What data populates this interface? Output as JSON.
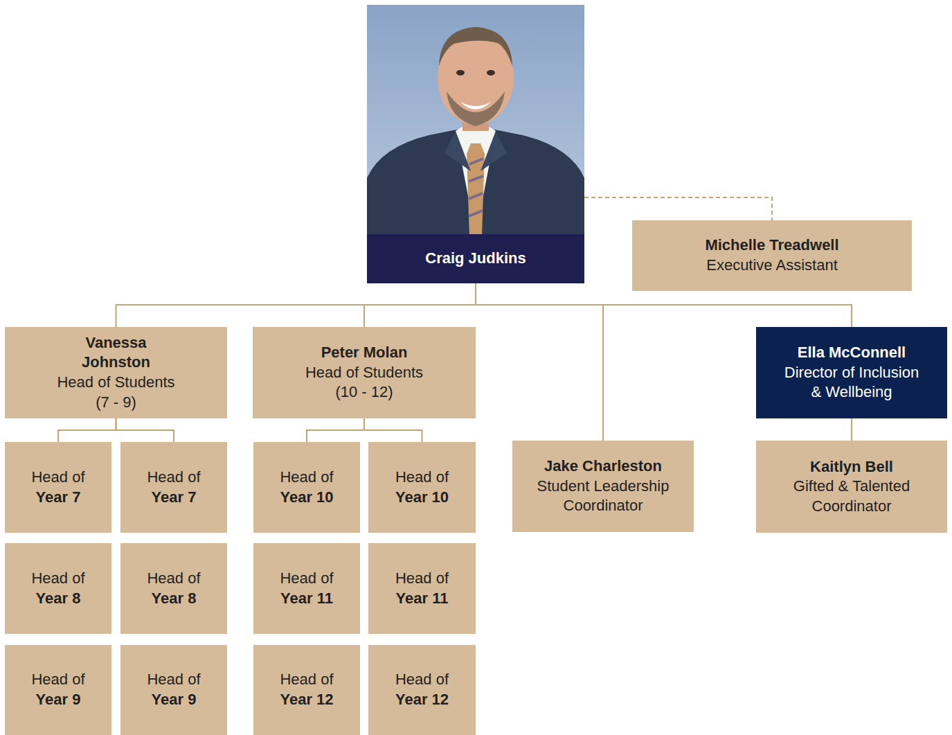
{
  "diagram": {
    "nodes": [
      {
        "text": [
          "Craig Judkins"
        ]
      },
      {
        "text": [
          "Michelle Treadwell",
          "Executive Assistant"
        ]
      },
      {
        "text": [
          "Vanessa Johnston",
          "Head of Students (7 - 9)"
        ]
      },
      {
        "text": [
          "Peter Molan",
          "Head of Students (10 - 12)"
        ]
      },
      {
        "text": [
          "Ella McConnell",
          "Director of Inclusion & Wellbeing"
        ]
      },
      {
        "text": [
          "Head of",
          "Year 7"
        ]
      },
      {
        "text": [
          "Head of",
          "Year 7"
        ]
      },
      {
        "text": [
          "Head of",
          "Year 10"
        ]
      },
      {
        "text": [
          "Head of",
          "Year 10"
        ]
      },
      {
        "text": [
          "Jake Charleston",
          "Student Leadership Coordinator"
        ]
      },
      {
        "text": [
          "Kaitlyn Bell",
          "Gifted & Talented Coordinator"
        ]
      },
      {
        "text": [
          "Head of",
          "Year 8"
        ]
      },
      {
        "text": [
          "Head of",
          "Year 8"
        ]
      },
      {
        "text": [
          "Head of",
          "Year 11"
        ]
      },
      {
        "text": [
          "Head of",
          "Year 11"
        ]
      },
      {
        "text": [
          "Head of",
          "Year 9"
        ]
      },
      {
        "text": [
          "Head of",
          "Year 9"
        ]
      },
      {
        "text": [
          "Head of",
          "Year 12"
        ]
      },
      {
        "text": [
          "Head of",
          "Year 12"
        ]
      }
    ],
    "edges": [
      {
        "from": 0,
        "to": 1,
        "arrow": "none"
      },
      {
        "from": 0,
        "to": 2,
        "arrow": "none"
      },
      {
        "from": 0,
        "to": 3,
        "arrow": "none"
      },
      {
        "from": 0,
        "to": 9,
        "arrow": "none"
      },
      {
        "from": 0,
        "to": 4,
        "arrow": "none"
      },
      {
        "from": 2,
        "to": 5,
        "arrow": "none"
      },
      {
        "from": 2,
        "to": 6,
        "arrow": "none"
      },
      {
        "from": 3,
        "to": 7,
        "arrow": "none"
      },
      {
        "from": 3,
        "to": 8,
        "arrow": "none"
      },
      {
        "from": 4,
        "to": 10,
        "arrow": "none"
      }
    ]
  }
}
